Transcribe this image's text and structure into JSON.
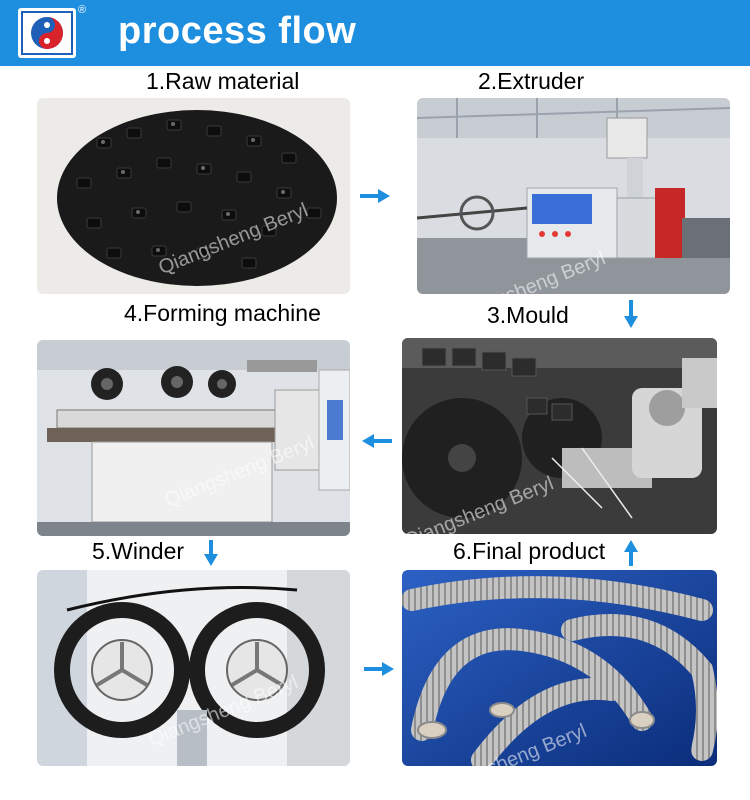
{
  "header": {
    "title": "process flow",
    "brand_color": "#1e8ede"
  },
  "steps": [
    {
      "label": "1.Raw material"
    },
    {
      "label": "2.Extruder"
    },
    {
      "label": "3.Mould"
    },
    {
      "label": "4.Forming machine"
    },
    {
      "label": "5.Winder"
    },
    {
      "label": "6.Final product"
    }
  ],
  "watermark": "Qiangsheng Beryl",
  "colors": {
    "arrow": "#1e8ede",
    "pellet": "#111111",
    "machine_panel": "#3a6fd8",
    "pipe": "#b8b8b8"
  }
}
